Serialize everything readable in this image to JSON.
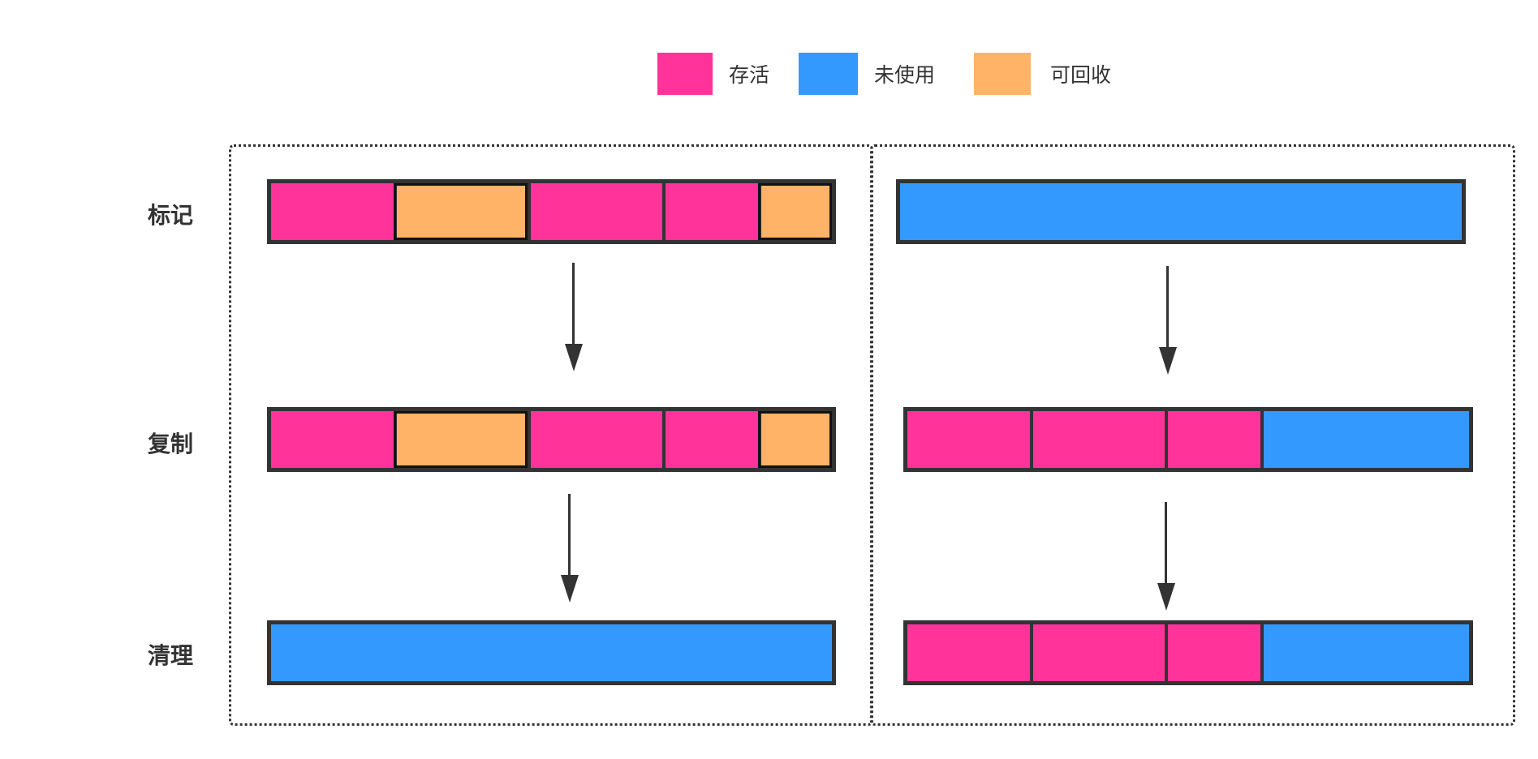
{
  "colors": {
    "alive": "#ff3399",
    "unused": "#3399ff",
    "reclaimable": "#ffb366",
    "stroke": "#333333"
  },
  "legend": [
    {
      "label": "存活",
      "color": "#ff3399"
    },
    {
      "label": "未使用",
      "color": "#3399ff"
    },
    {
      "label": "可回收",
      "color": "#ffb366"
    }
  ],
  "row_labels": {
    "mark": "标记",
    "copy": "复制",
    "clean": "清理"
  }
}
